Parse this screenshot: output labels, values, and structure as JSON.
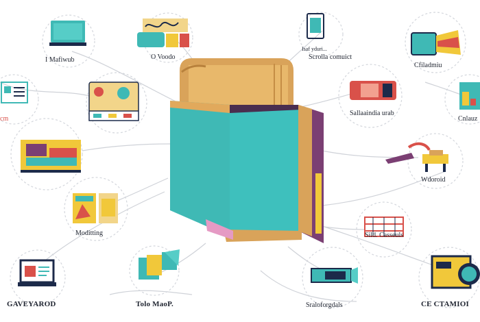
{
  "colors": {
    "teal": "#3fb9b5",
    "tan": "#d9a35a",
    "purple": "#7b3f73",
    "yellow": "#f1c83a",
    "red": "#d9514a",
    "navy": "#1c2a4a",
    "line": "#c9ccd3"
  },
  "center": {
    "icon": "open-book-icon"
  },
  "labels": {
    "top_left": "I Mafiwub",
    "top_center": "O Voodo",
    "top_right_mid": "Scrolla comuict",
    "top_right_mid_sub": "Isaf yduri...",
    "far_top_right": "Cfiladmiu",
    "left_edge": "cm",
    "mid_right": "Sallaaindia urab",
    "right_edge": "Cnlauz",
    "right_mid": "Wdoroid",
    "left_mid": "Moditting",
    "right_lower": "Sild. Casseuls",
    "bottom_left": "GAVEYAROD",
    "bottom_mid_left": "Tolo MaoP.",
    "bottom_mid_right": "Sraloforgdals",
    "bottom_right": "CE CTAMIOI"
  },
  "icons": [
    "monitor-icon",
    "palette-icon",
    "tablet-icon",
    "gallery-icon",
    "video-camera-icon",
    "dashboard-icon",
    "shop-icon",
    "document-icon",
    "colorful-screen-icon",
    "writing-desk-icon",
    "photo-frame-icon",
    "cabinet-icon",
    "laptop-icon",
    "map-icon",
    "projector-icon",
    "globe-screen-icon"
  ]
}
